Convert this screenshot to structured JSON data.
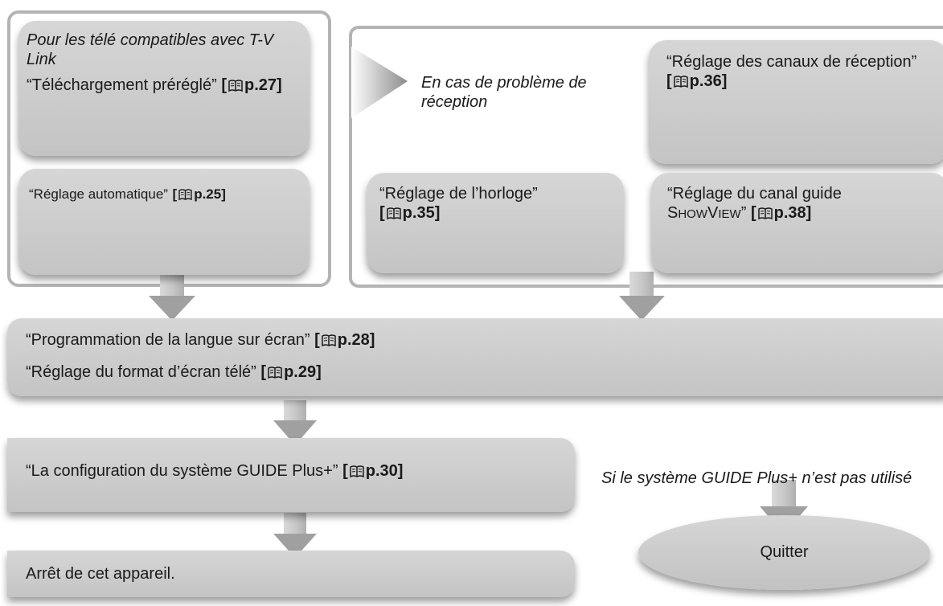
{
  "tv_link_box": {
    "line1": "Pour les télé compatibles avec T-V Link",
    "line2": "“Téléchargement préréglé”",
    "ref": "p.27"
  },
  "auto_box": {
    "label": "“Réglage automatique”",
    "ref": "p.25"
  },
  "problem_note": "En cas de problème de réception",
  "channels_box": {
    "label": "“Réglage des canaux de réception”",
    "ref": "p.36"
  },
  "clock_box": {
    "label": "“Réglage de l’horloge”",
    "ref": "p.35"
  },
  "showview_box": {
    "label1": "“Réglage du canal guide",
    "label_sc_caps1": "S",
    "label_sc_small1": "HOW",
    "label_sc_caps2": "V",
    "label_sc_small2": "IEW",
    "label2": "”",
    "ref": "p.38"
  },
  "language_box": {
    "line1": "“Programmation de la langue sur écran”",
    "ref1": "p.28",
    "line2": "“Réglage du format d’écran télé”",
    "ref2": "p.29"
  },
  "guide_box": {
    "label": "“La configuration du système GUIDE Plus+”",
    "ref": "p.30"
  },
  "guide_note": "Si le système GUIDE Plus+ n’est pas utilisé",
  "off_box": {
    "label": "Arrêt de cet appareil."
  },
  "quit_label": "Quitter",
  "colors": {
    "box_fill": "#cccccc",
    "frame": "#b4b4b4",
    "arrow": "#9e9e9e"
  }
}
